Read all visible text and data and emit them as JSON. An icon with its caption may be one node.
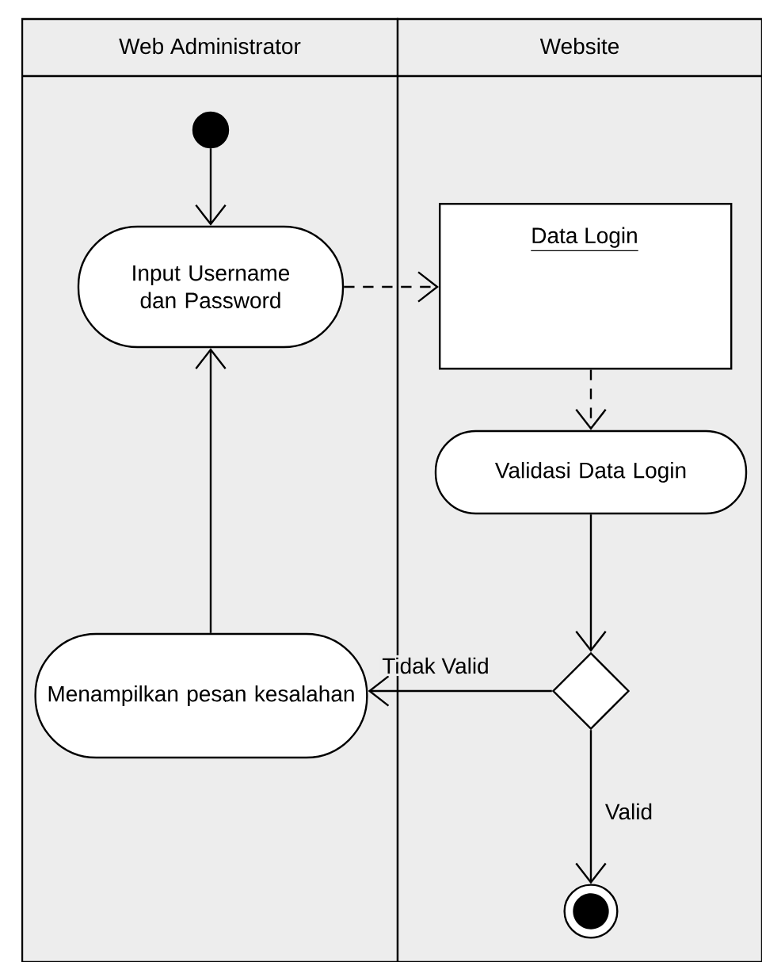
{
  "diagram": {
    "nodes": [
      {
        "text": [
          "Web Administrator"
        ]
      },
      {
        "text": [
          "Website"
        ]
      },
      {
        "text": [],
        "shape": "circle",
        "in": 0
      },
      {
        "text": [
          "Input Username dan Password"
        ],
        "in": 0
      },
      {
        "text": [
          "Data Login"
        ],
        "in": 1
      },
      {
        "text": [
          "Validasi Data Login"
        ],
        "in": 1
      },
      {
        "text": [],
        "shape": "diamond",
        "in": 1
      },
      {
        "text": [
          "Menampilkan pesan kesalahan"
        ],
        "in": 0
      },
      {
        "text": [],
        "shape": "circle",
        "in": 1
      }
    ],
    "edges": [
      {
        "from": 2,
        "to": 3,
        "arrow": "to"
      },
      {
        "from": 3,
        "to": 4,
        "arrow": "to",
        "style": "dashed"
      },
      {
        "from": 4,
        "to": 5,
        "arrow": "to",
        "style": "dashed"
      },
      {
        "from": 5,
        "to": 6,
        "arrow": "to"
      },
      {
        "from": 6,
        "to": 7,
        "label": "Tidak Valid",
        "arrow": "to"
      },
      {
        "from": 6,
        "to": 8,
        "label": "Valid",
        "arrow": "to"
      },
      {
        "from": 7,
        "to": 3,
        "arrow": "to"
      }
    ]
  }
}
